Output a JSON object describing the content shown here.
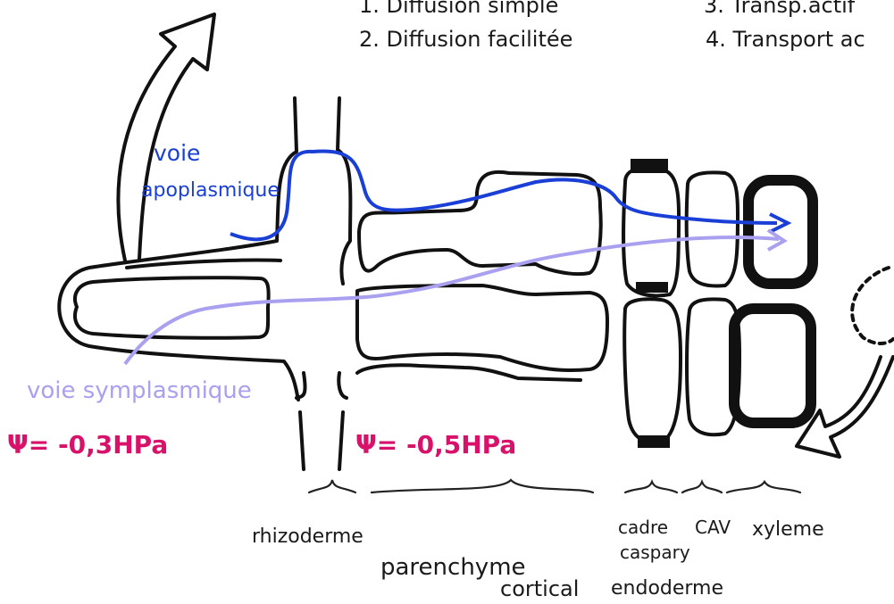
{
  "legend": {
    "line1_left": "1. Diffusion simple",
    "line1_right": "3. Transp.actif",
    "line2_left": "2. Diffusion facilitée",
    "line2_right": "4. Transport ac"
  },
  "paths": {
    "apoplasmic_line1": "voie",
    "apoplasmic_line2": "apoplasmique",
    "symplasmic": "voie symplasmique"
  },
  "potentials": {
    "left": "Ψ= -0,3HPa",
    "right": "Ψ= -0,5HPa"
  },
  "regions": {
    "rhizoderme": "rhizoderme",
    "parenchyme": "parenchyme",
    "cortical": "cortical",
    "cadre_line1": "cadre",
    "cadre_line2": "caspary",
    "cav": "CAV",
    "endoderme": "endoderme",
    "xyleme": "xyleme"
  },
  "colors": {
    "apoplasmic": "#1a3fd6",
    "symplasmic": "#a9a0f0",
    "potential": "#d8126a",
    "ink": "#111111"
  }
}
